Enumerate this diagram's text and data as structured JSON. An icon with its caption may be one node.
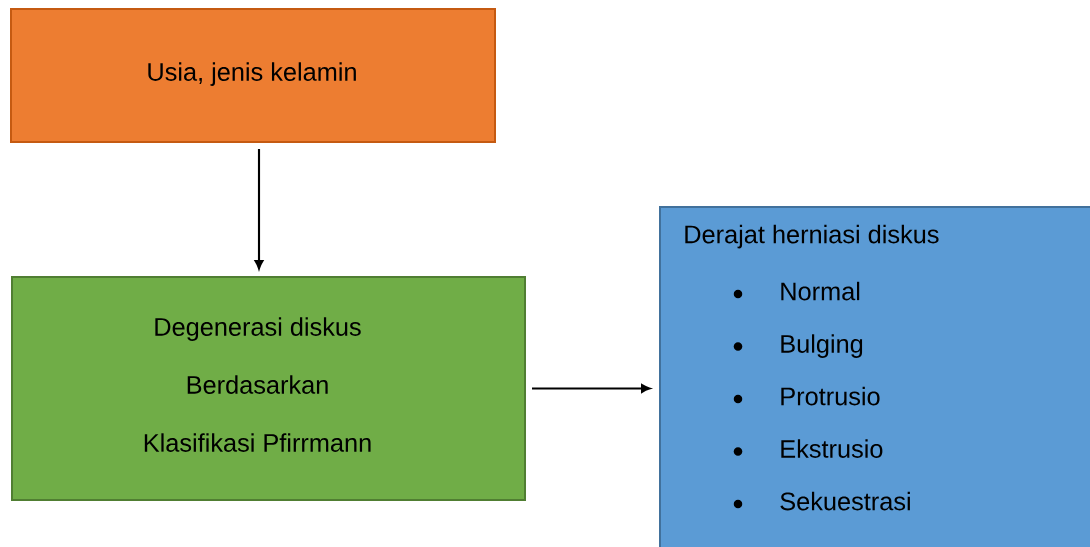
{
  "diagram": {
    "nodes": [
      {
        "text": [
          "Usia, jenis kelamin"
        ]
      },
      {
        "text": [
          "Degenerasi diskus",
          "Berdasarkan",
          "Klasifikasi Pfirrmann"
        ]
      },
      {
        "text": [
          "Derajat herniasi diskus",
          "Normal",
          "Bulging",
          "Protrusio",
          "Ekstrusio",
          "Sekuestrasi"
        ]
      }
    ],
    "edges": [
      {
        "from": 0,
        "to": 1,
        "arrow": "to"
      },
      {
        "from": 1,
        "to": 2,
        "arrow": "to"
      }
    ]
  }
}
